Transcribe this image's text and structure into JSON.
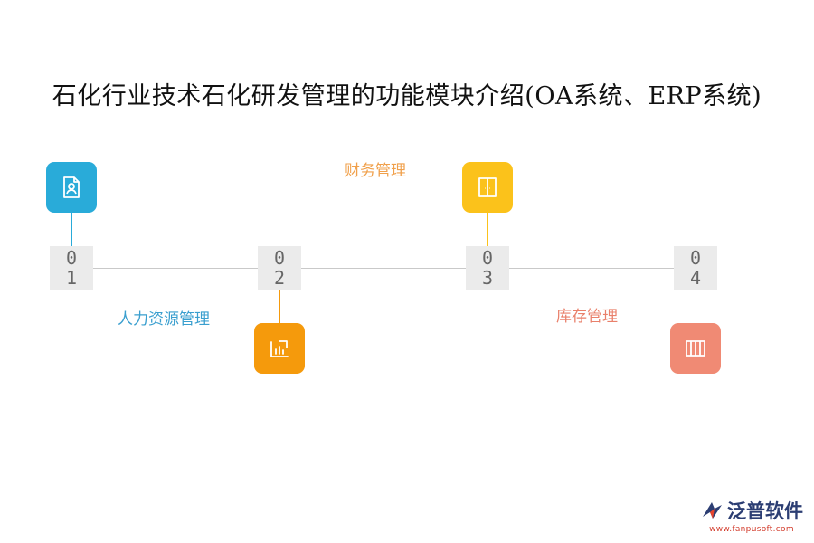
{
  "title": "石化行业技术石化研发管理的功能模块介绍(OA系统、ERP系统)",
  "steps": [
    {
      "number": [
        "0",
        "1"
      ],
      "label": "人力资源管理",
      "icon": "user-document-icon",
      "color": "#29abd9",
      "label_color": "#3a9fcf"
    },
    {
      "number": [
        "0",
        "2"
      ],
      "label": "",
      "icon": "bar-chart-icon",
      "color": "#f59a0c",
      "label_color": "#f59a0c"
    },
    {
      "number": [
        "0",
        "3"
      ],
      "label": "财务管理",
      "icon": "door-icon",
      "color": "#fbc21b",
      "label_color": "#f0a04b"
    },
    {
      "number": [
        "0",
        "4"
      ],
      "label": "库存管理",
      "icon": "columns-icon",
      "color": "#f08a74",
      "label_color": "#e9806b"
    }
  ],
  "logo": {
    "name": "泛普软件",
    "url": "www.fanpusoft.com"
  }
}
